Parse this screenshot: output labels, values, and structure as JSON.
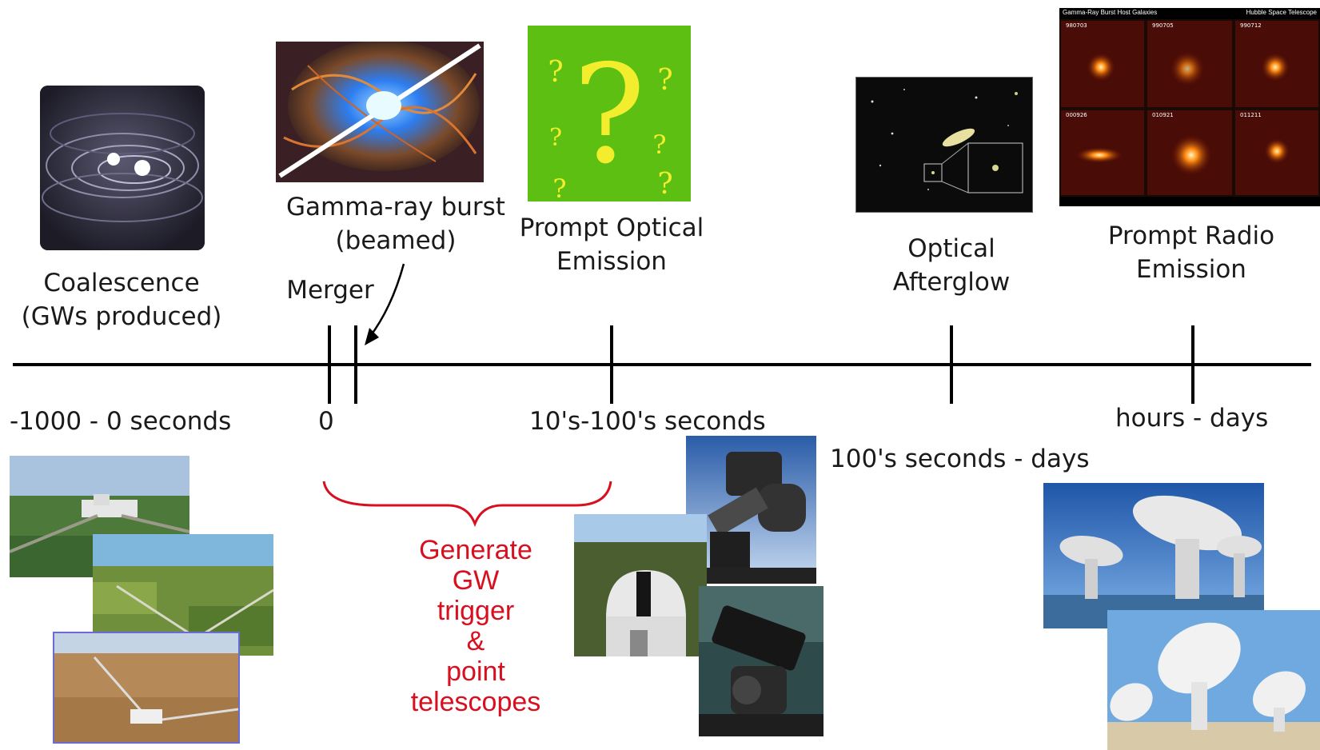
{
  "labels": {
    "coalescence": [
      "Coalescence",
      "(GWs produced)"
    ],
    "merger": "Merger",
    "grb": [
      "Gamma-ray burst",
      "(beamed)"
    ],
    "prompt_optical": [
      "Prompt Optical",
      "Emission"
    ],
    "optical_afterglow": [
      "Optical",
      "Afterglow"
    ],
    "prompt_radio": [
      "Prompt Radio",
      "Emission"
    ]
  },
  "times": {
    "pre": "-1000 - 0 seconds",
    "zero": "0",
    "tens": "10's-100's seconds",
    "hundreds": "100's seconds - days",
    "hours": "hours - days"
  },
  "trigger_text": [
    "Generate",
    "GW",
    "trigger",
    "&",
    "point",
    "telescopes"
  ],
  "images": {
    "coalescence": "binary-coalescence-illustration",
    "grb": "gamma-ray-burst-jet-illustration",
    "question": "question-marks-placeholder",
    "afterglow": "optical-afterglow-image",
    "host": "grb-host-galaxies-panel",
    "ligo": "gw-detector-photos",
    "telescopes": "optical-telescope-photos",
    "radio": "radio-dish-photos"
  },
  "host_panel": {
    "header_left": "Gamma-Ray Burst Host Galaxies",
    "header_right": "Hubble Space Telescope",
    "ids": [
      "980703",
      "990705",
      "990712",
      "000926",
      "010921",
      "011211"
    ]
  },
  "colors": {
    "accent_red": "#d80f1f",
    "question_green": "#5cbf12",
    "question_yellow": "#f2ee2e",
    "axis": "#000000"
  }
}
